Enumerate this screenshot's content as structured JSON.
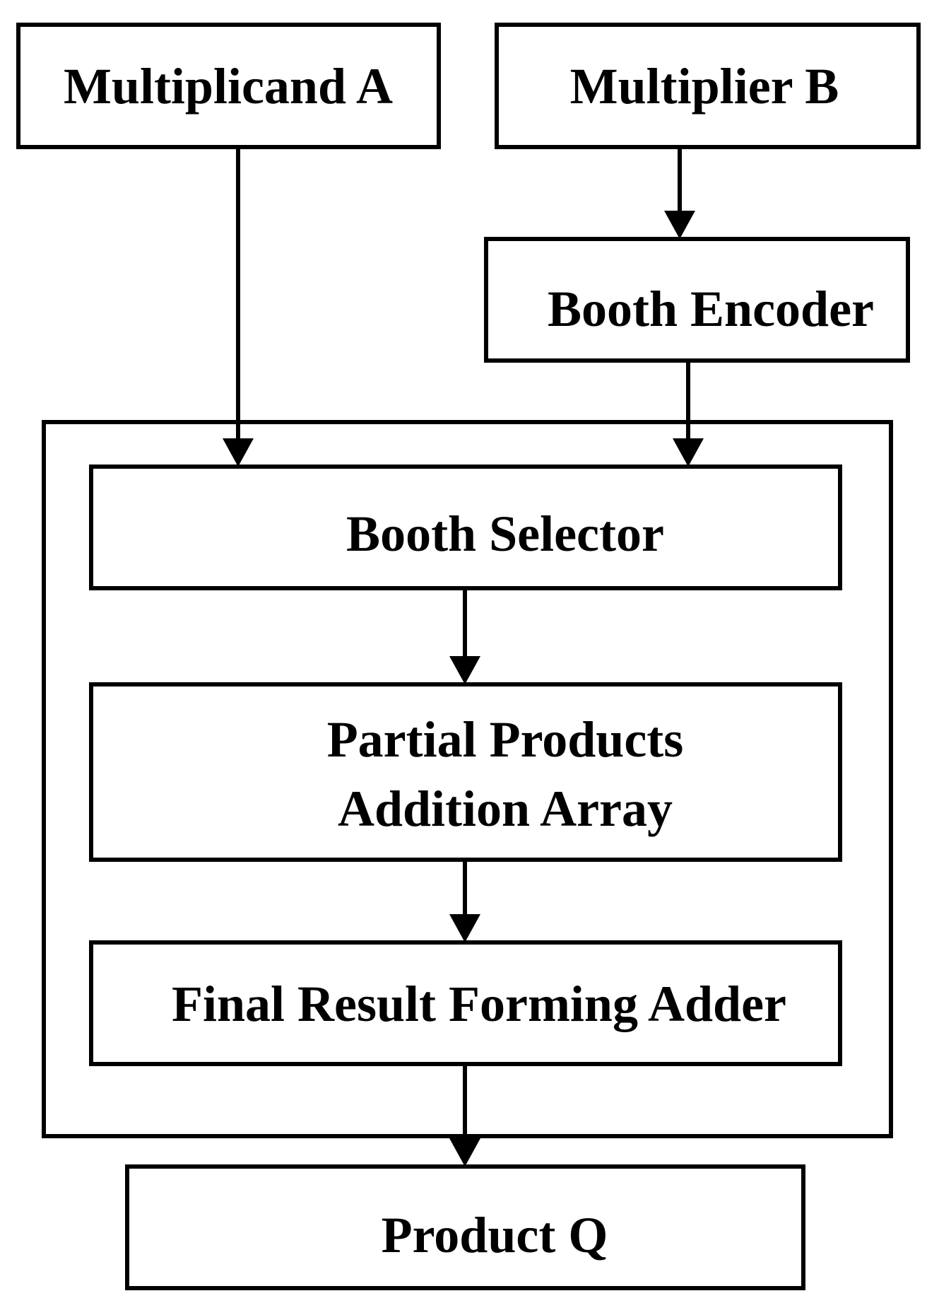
{
  "nodes": {
    "multiplicand": {
      "label": "Multiplicand A"
    },
    "multiplier": {
      "label": "Multiplier B"
    },
    "booth_encoder": {
      "label": "Booth Encoder"
    },
    "booth_selector": {
      "label": "Booth Selector"
    },
    "partial_products": {
      "lines": [
        "Partial Products",
        "Addition Array"
      ]
    },
    "final_adder": {
      "label": "Final Result Forming Adder"
    },
    "product": {
      "label": "Product Q"
    }
  },
  "edges": [
    {
      "from": "multiplicand",
      "to": "booth_selector"
    },
    {
      "from": "multiplier",
      "to": "booth_encoder"
    },
    {
      "from": "booth_encoder",
      "to": "booth_selector"
    },
    {
      "from": "booth_selector",
      "to": "partial_products"
    },
    {
      "from": "partial_products",
      "to": "final_adder"
    },
    {
      "from": "final_adder",
      "to": "product"
    }
  ]
}
